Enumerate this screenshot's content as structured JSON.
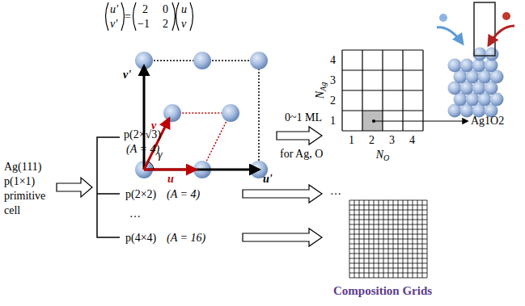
{
  "diagram": {
    "labels": [
      "u'",
      "v'",
      "=",
      "2",
      "0",
      "−1",
      "2",
      "u",
      "v",
      "v'",
      "u'",
      "v",
      "u",
      "γ",
      "Ag(111)",
      "p(1×1)",
      "primitive",
      "cell",
      "p(2×√3)",
      "(A = 4)",
      "0~1 ML",
      "for Ag, O",
      "p(2×2)",
      "(A = 4)",
      "…",
      "…",
      "p(4×4)",
      "(A = 16)",
      "4",
      "3",
      "2",
      "1",
      "N",
      "Ag",
      "1",
      "2",
      "3",
      "4",
      "N",
      "O",
      "Ag1O2",
      "Composition Grids"
    ]
  }
}
